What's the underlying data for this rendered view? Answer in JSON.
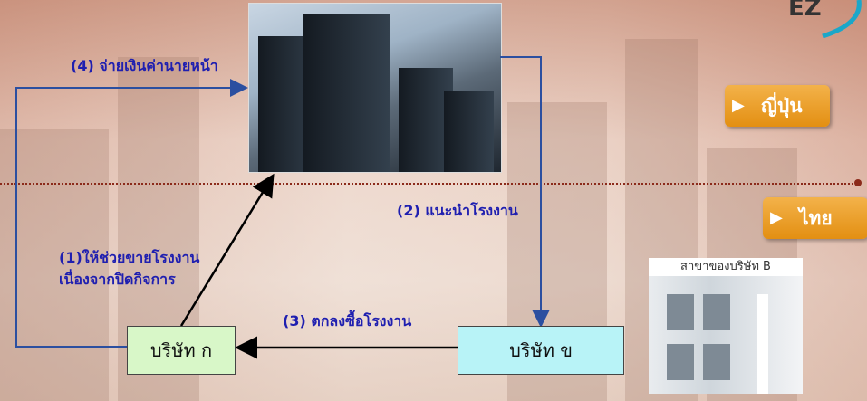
{
  "logo": {
    "text": "EZ"
  },
  "diagram": {
    "company_a": "บริษัท ก",
    "company_b": "บริษัท ข",
    "step1_line1": "(1)ให้ช่วยขายโรงงาน",
    "step1_line2": "เนื่องจากปิดกิจการ",
    "step2": "(2) แนะนำโรงงาน",
    "step3": "(3) ตกลงซื้อโรงงาน",
    "step4": "(4) จ่ายเงินค่านายหน้า"
  },
  "countries": {
    "japan": "ญี่ปุ่น",
    "thailand": "ไทย"
  },
  "branch_photo": {
    "caption": "สาขาของบริษัท B"
  },
  "colors": {
    "label_blue": "#1f1fb0",
    "arrow_blue": "#2b4fa0",
    "tag_orange": "#e9961d"
  }
}
